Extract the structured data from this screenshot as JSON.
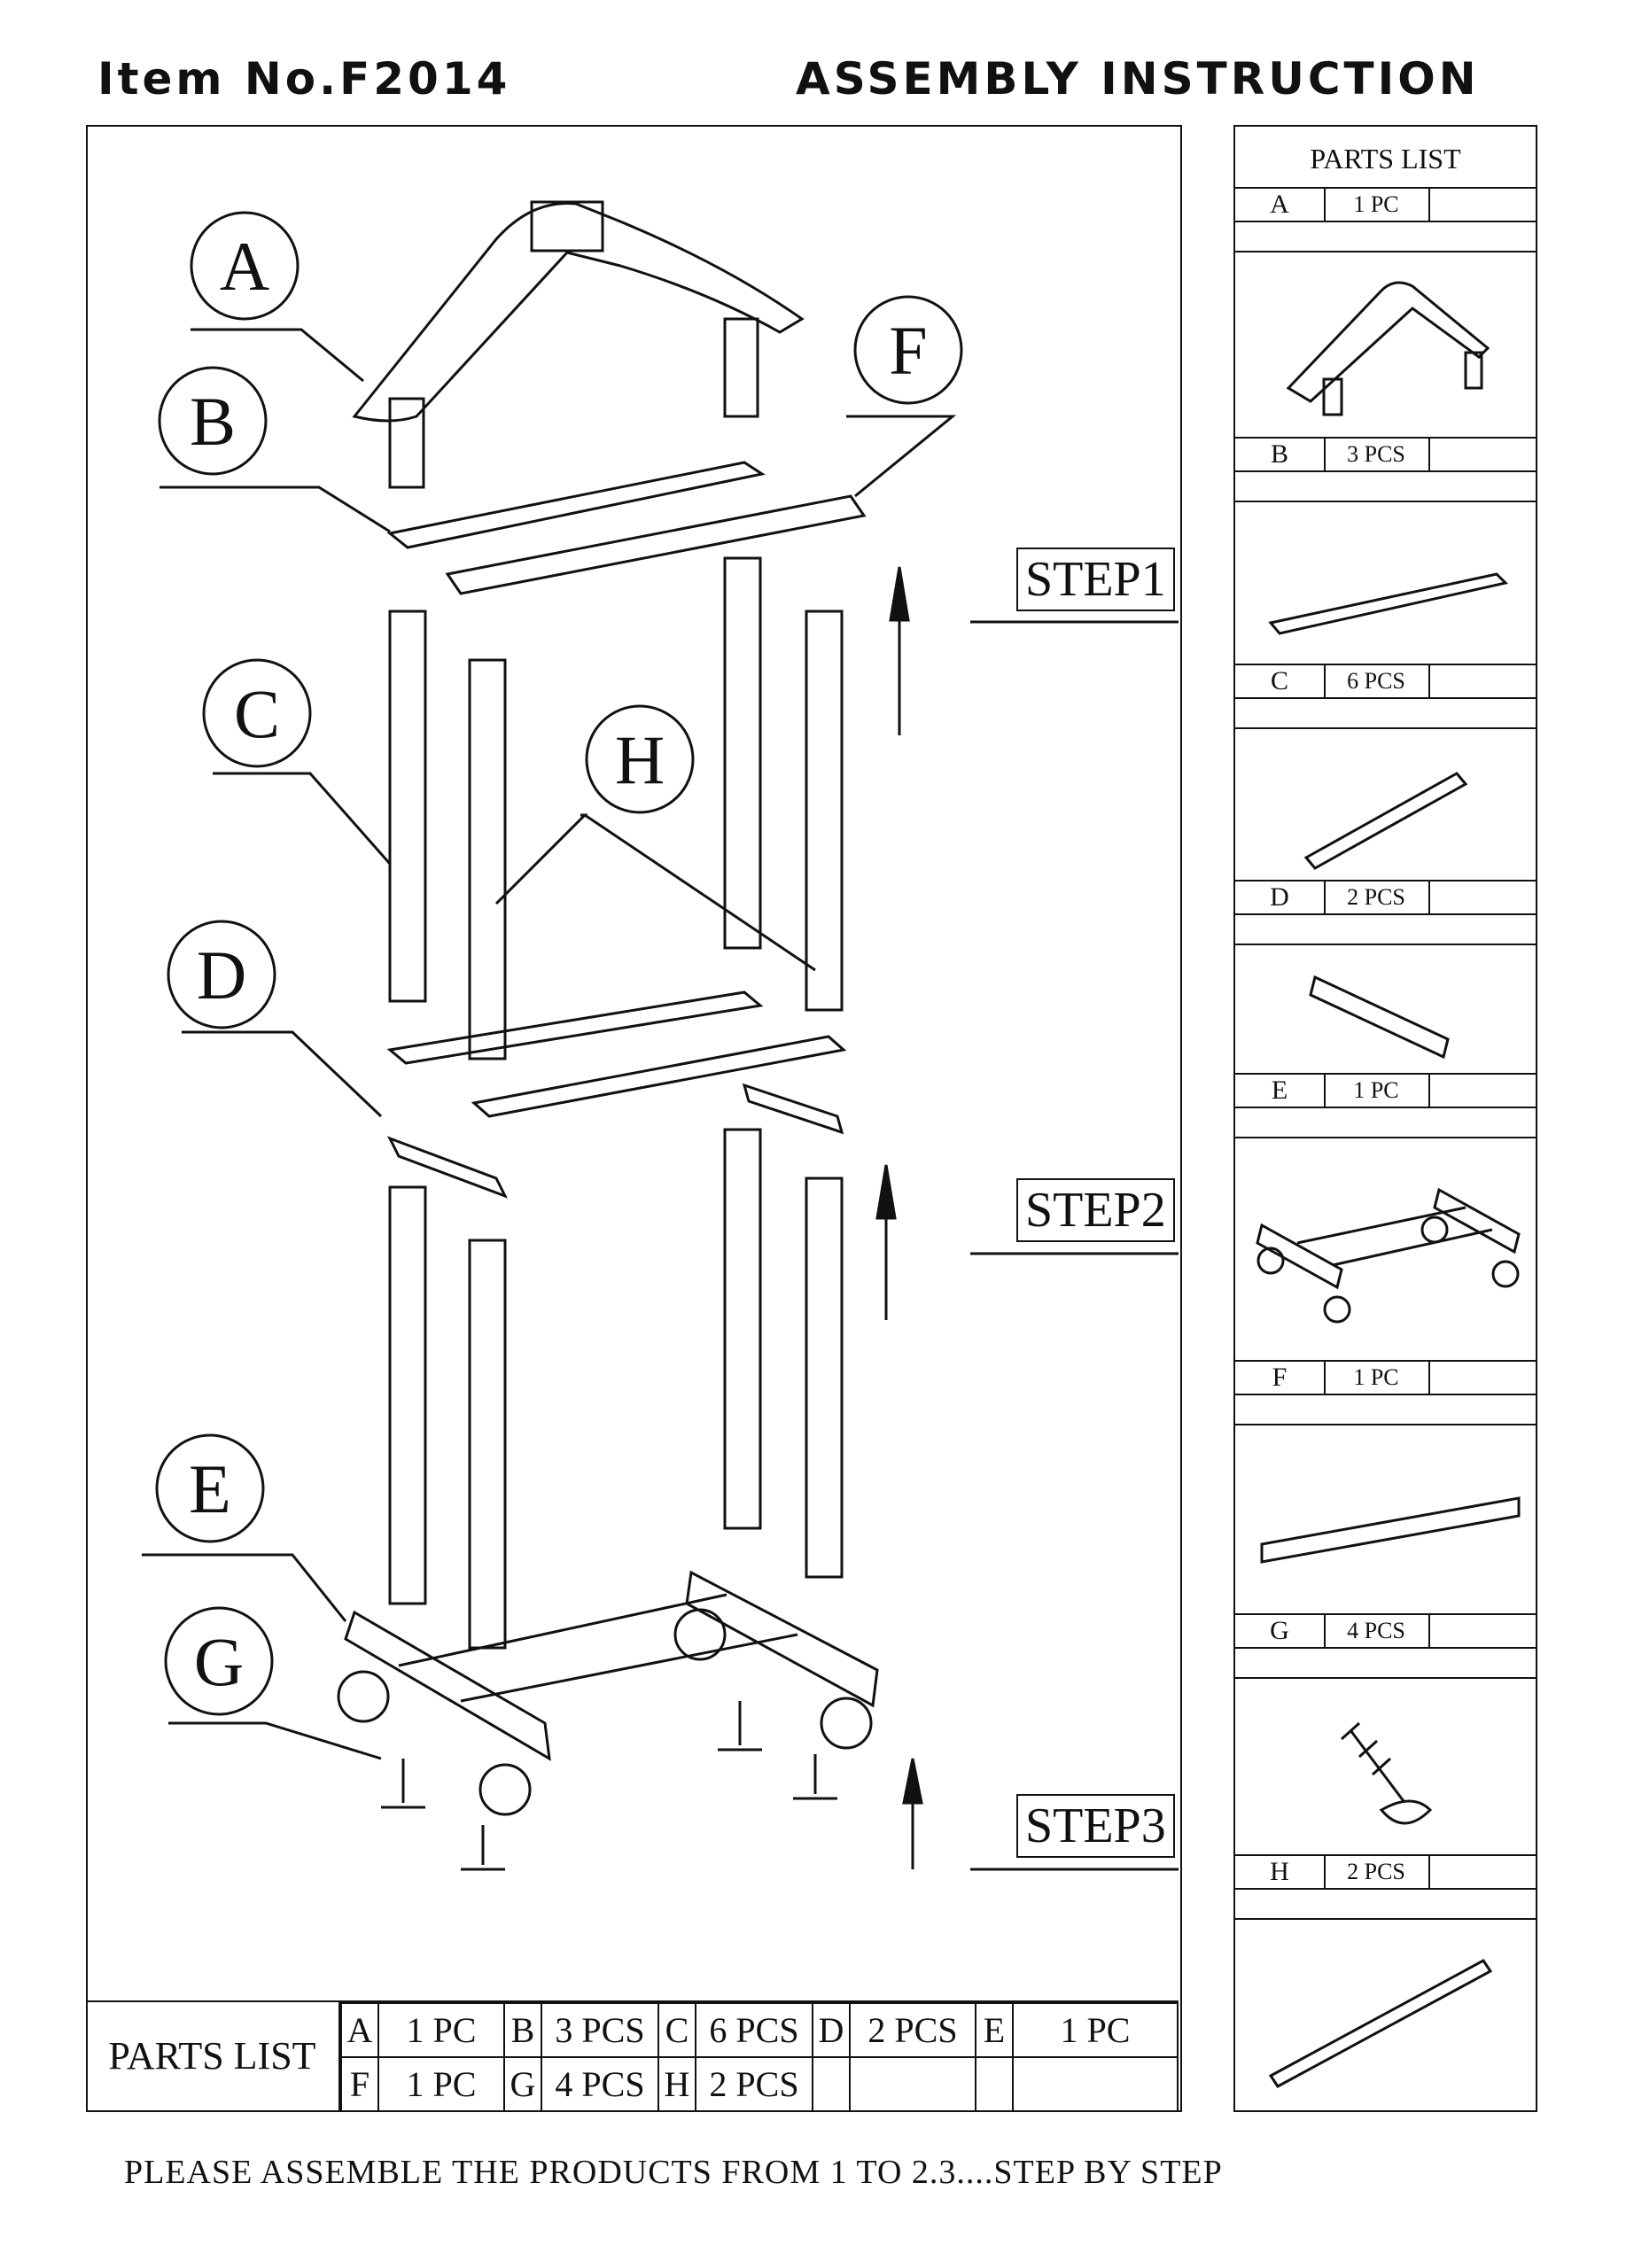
{
  "header": {
    "item_no": "Item No.F2014",
    "title": "ASSEMBLY INSTRUCTION"
  },
  "steps": [
    "STEP1",
    "STEP2",
    "STEP3"
  ],
  "callouts": [
    "A",
    "B",
    "C",
    "D",
    "E",
    "F",
    "G",
    "H"
  ],
  "side_parts_list": {
    "title": "PARTS LIST",
    "items": [
      {
        "letter": "A",
        "qty": "1 PC"
      },
      {
        "letter": "B",
        "qty": "3 PCS"
      },
      {
        "letter": "C",
        "qty": "6 PCS"
      },
      {
        "letter": "D",
        "qty": "2 PCS"
      },
      {
        "letter": "E",
        "qty": "1 PC"
      },
      {
        "letter": "F",
        "qty": "1 PC"
      },
      {
        "letter": "G",
        "qty": "4 PCS"
      },
      {
        "letter": "H",
        "qty": "2 PCS"
      }
    ]
  },
  "bottom_parts_list": {
    "title": "PARTS LIST",
    "row1": [
      {
        "letter": "A",
        "qty": "1 PC"
      },
      {
        "letter": "B",
        "qty": "3 PCS"
      },
      {
        "letter": "C",
        "qty": "6 PCS"
      },
      {
        "letter": "D",
        "qty": "2 PCS"
      },
      {
        "letter": "E",
        "qty": "1 PC"
      }
    ],
    "row2": [
      {
        "letter": "F",
        "qty": "1 PC"
      },
      {
        "letter": "G",
        "qty": "4 PCS"
      },
      {
        "letter": "H",
        "qty": "2 PCS"
      },
      {
        "letter": "",
        "qty": ""
      },
      {
        "letter": "",
        "qty": ""
      }
    ]
  },
  "footer": "PLEASE ASSEMBLE THE PRODUCTS FROM 1 TO 2.3....STEP BY STEP"
}
